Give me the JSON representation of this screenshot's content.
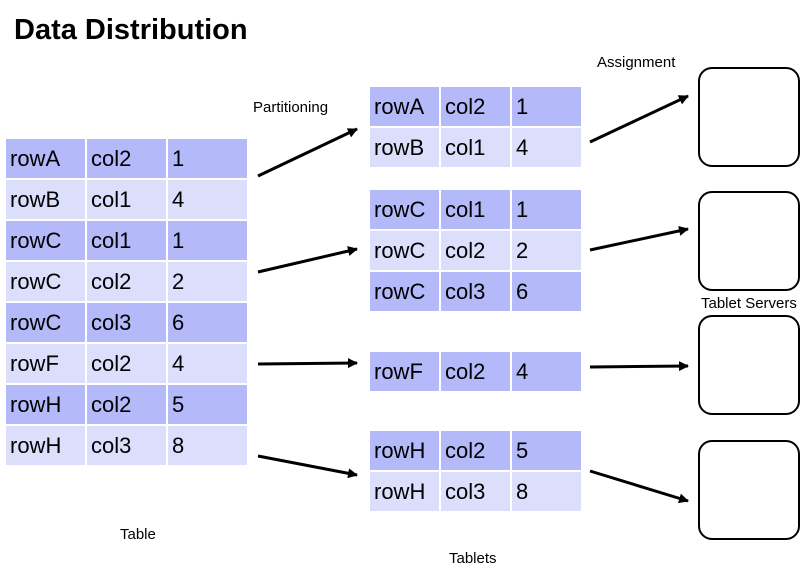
{
  "title": "Data Distribution",
  "labels": {
    "partitioning": "Partitioning",
    "assignment": "Assignment",
    "table": "Table",
    "tablets": "Tablets",
    "tablet_servers": "Tablet Servers"
  },
  "colors": {
    "dark_row": "#b3b9f9",
    "light_row": "#dcdffb",
    "arrow": "#000000"
  },
  "table_rows": [
    [
      "rowA",
      "col2",
      "1"
    ],
    [
      "rowB",
      "col1",
      "4"
    ],
    [
      "rowC",
      "col1",
      "1"
    ],
    [
      "rowC",
      "col2",
      "2"
    ],
    [
      "rowC",
      "col3",
      "6"
    ],
    [
      "rowF",
      "col2",
      "4"
    ],
    [
      "rowH",
      "col2",
      "5"
    ],
    [
      "rowH",
      "col3",
      "8"
    ]
  ],
  "tablets": [
    {
      "rows": [
        [
          "rowA",
          "col2",
          "1"
        ],
        [
          "rowB",
          "col1",
          "4"
        ]
      ]
    },
    {
      "rows": [
        [
          "rowC",
          "col1",
          "1"
        ],
        [
          "rowC",
          "col2",
          "2"
        ],
        [
          "rowC",
          "col3",
          "6"
        ]
      ]
    },
    {
      "rows": [
        [
          "rowF",
          "col2",
          "4"
        ]
      ]
    },
    {
      "rows": [
        [
          "rowH",
          "col2",
          "5"
        ],
        [
          "rowH",
          "col3",
          "8"
        ]
      ]
    }
  ]
}
